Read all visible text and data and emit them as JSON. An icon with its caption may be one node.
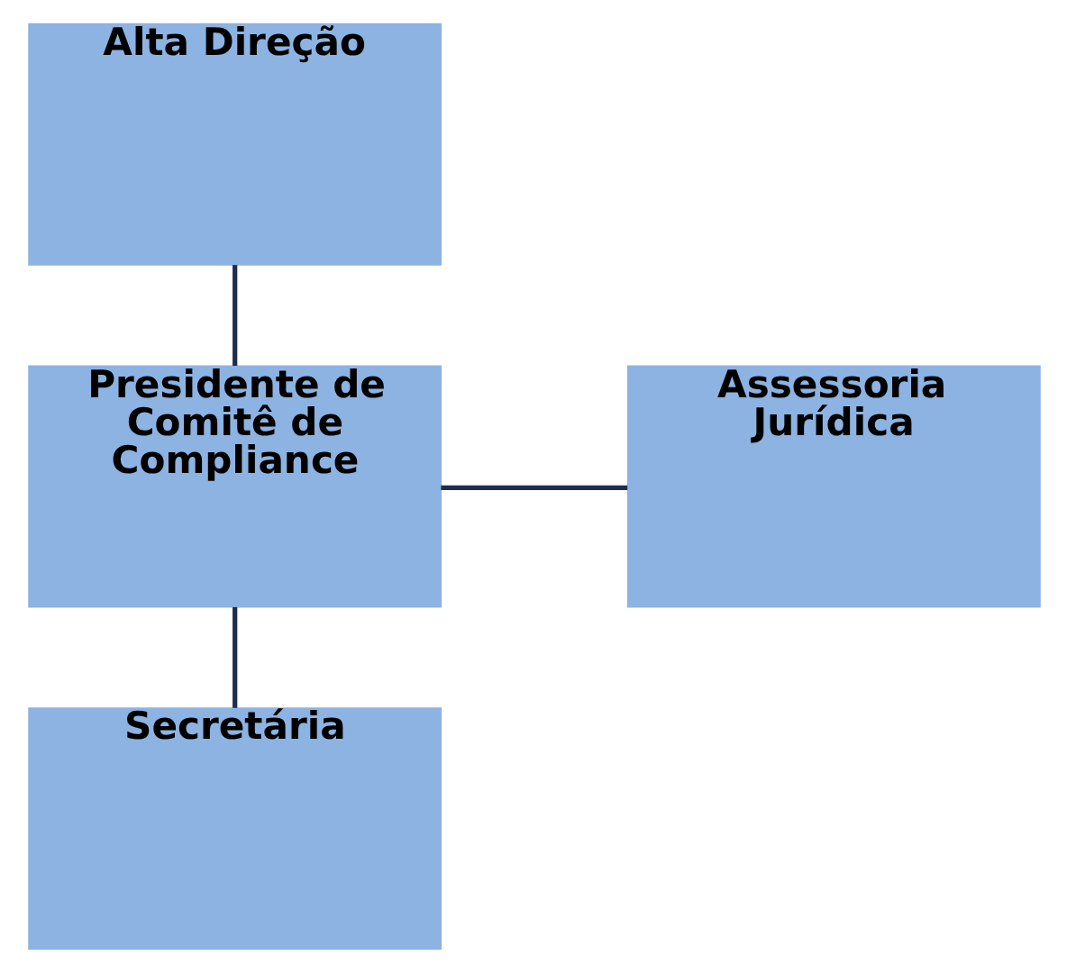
{
  "diagram": {
    "nodes": [
      {
        "text": [
          "Alta Direção"
        ]
      },
      {
        "text": [
          "Presidente de Comitê de Compliance"
        ]
      },
      {
        "text": [
          "Assessoria Jurídica"
        ]
      },
      {
        "text": [
          "Secretária"
        ]
      }
    ],
    "edges": [
      {
        "from": 0,
        "to": 1,
        "arrow": "none"
      },
      {
        "from": 1,
        "to": 2,
        "arrow": "none"
      },
      {
        "from": 1,
        "to": 3,
        "arrow": "none"
      }
    ]
  }
}
